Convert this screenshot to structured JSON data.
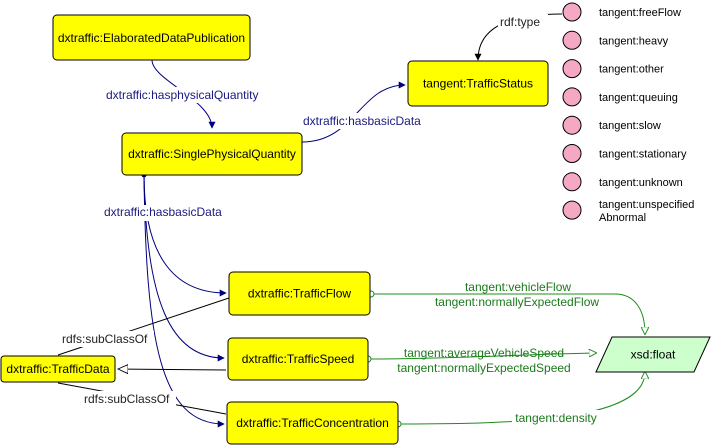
{
  "nodes": {
    "elaborated": "dxtraffic:ElaboratedDataPublication",
    "single": "dxtraffic:SinglePhysicalQuantity",
    "status": "tangent:TrafficStatus",
    "flow": "dxtraffic:TrafficFlow",
    "speed": "dxtraffic:TrafficSpeed",
    "concentration": "dxtraffic:TrafficConcentration",
    "data": "dxtraffic:TrafficData",
    "float": "xsd:float"
  },
  "edges": {
    "has_physical_quantity": "dxtraffic:hasphysicalQuantity",
    "has_basic_data_status": "dxtraffic:hasbasicData",
    "has_basic_data": "dxtraffic:hasbasicData",
    "rdf_type": "rdf:type",
    "subclass_1": "rdfs:subClassOf",
    "subclass_2": "rdfs:subClassOf",
    "flow_props": [
      "tangent:vehicleFlow",
      "tangent:normallyExpectedFlow"
    ],
    "speed_props": [
      "tangent:averageVehicleSpeed",
      "tangent:normallyExpectedSpeed"
    ],
    "conc_props": [
      "tangent:density"
    ]
  },
  "status_values": [
    "tangent:freeFlow",
    "tangent:heavy",
    "tangent:other",
    "tangent:queuing",
    "tangent:slow",
    "tangent:stationary",
    "tangent:unknown",
    "tangent:unspecified Abnormal"
  ],
  "colors": {
    "class_fill": "#ffff00",
    "datatype_fill": "#ccffcc",
    "status_fill": "#f4a8c4",
    "blue_edge": "#00007f",
    "green_edge": "#1e8c1e"
  }
}
